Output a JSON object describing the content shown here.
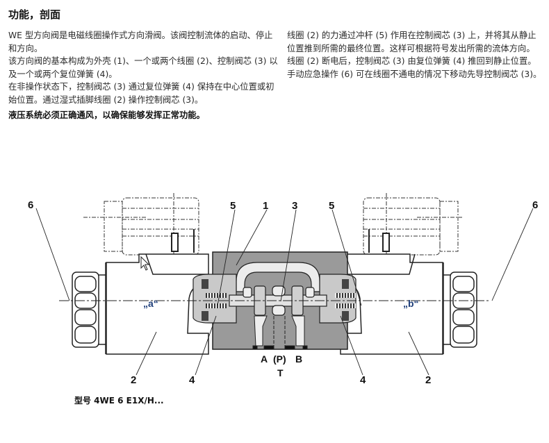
{
  "title": "功能，剖面",
  "left_column": [
    "WE 型方向阀是电磁线圈操作式方向滑阀。该阀控制流体的启动、停止和方向。",
    "该方向阀的基本构成为外壳 (1)、一个或两个线圈 (2)、控制阀芯 (3) 以及一个或两个复位弹簧 (4)。",
    "在非操作状态下，控制阀芯 (3) 通过复位弹簧 (4) 保持在中心位置或初始位置。通过湿式插脚线圈 (2) 操作控制阀芯 (3)。"
  ],
  "warning": "液压系统必须正确通风，以确保能够发挥正常功能。",
  "right_column": [
    "线圈 (2) 的力通过冲杆 (5) 作用在控制阀芯 (3) 上，并将其从静止位置推到所需的最终位置。这样可根据符号发出所需的流体方向。",
    "线圈 (2) 断电后，控制阀芯 (3) 由复位弹簧 (4) 推回到静止位置。",
    "手动应急操作 (6) 可在线圈不通电的情况下移动先导控制阀芯 (3)。"
  ],
  "diagram": {
    "callouts": {
      "six_left": "6",
      "five_left": "5",
      "one": "1",
      "three": "3",
      "five_right": "5",
      "six_right": "6",
      "two_left": "2",
      "four_left": "4",
      "four_right": "4",
      "two_right": "2"
    },
    "solenoid_a": "„a“",
    "solenoid_b": "„b“",
    "ports": {
      "a": "A",
      "p": "(P)",
      "b": "B",
      "t": "T"
    },
    "colors": {
      "body": "#9a9a9a",
      "spool": "#d6d6d6",
      "solenoid_label": "#1f3f7a"
    }
  },
  "caption": "型号 4WE 6 E1X/H..."
}
